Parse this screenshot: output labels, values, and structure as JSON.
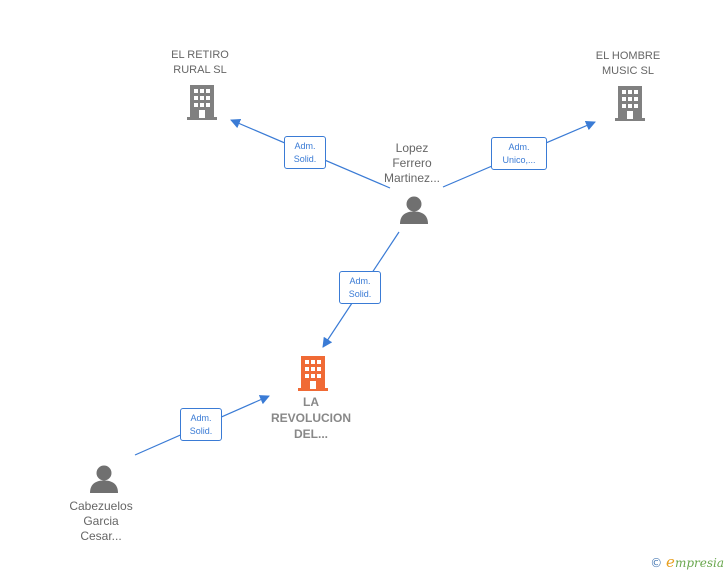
{
  "nodes": {
    "retiro": {
      "label": "EL RETIRO\nRURAL  SL",
      "icon": "building-icon"
    },
    "hombre": {
      "label": "EL HOMBRE\nMUSIC  SL",
      "icon": "building-icon"
    },
    "lopez": {
      "label": "Lopez\nFerrero\nMartinez...",
      "icon": "person-icon"
    },
    "revolucion": {
      "label": "LA\nREVOLUCION\nDEL...",
      "icon": "building-icon"
    },
    "cabezuelos": {
      "label": "Cabezuelos\nGarcia\nCesar...",
      "icon": "person-icon"
    }
  },
  "edges": {
    "lopez_retiro": "Adm.\nSolid.",
    "lopez_hombre": "Adm.\nUnico,...",
    "lopez_revolucion": "Adm.\nSolid.",
    "cabezuelos_revolucion": "Adm.\nSolid."
  },
  "colors": {
    "edge": "#3a7bd5",
    "company": "#808080",
    "focus_company": "#f06a35",
    "person": "#707070"
  },
  "brand": {
    "copyright": "©",
    "name_initial": "e",
    "name_rest": "mpresia"
  }
}
